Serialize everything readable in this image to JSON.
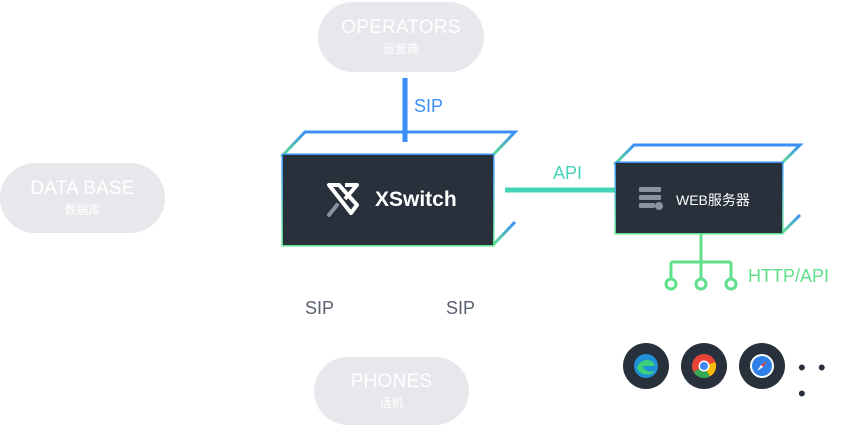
{
  "nodes": {
    "operators": {
      "title": "OPERATORS",
      "subtitle": "运营商"
    },
    "database": {
      "title": "DATA BASE",
      "subtitle": "数据库"
    },
    "phones": {
      "title": "PHONES",
      "subtitle": "话机"
    },
    "xswitch": {
      "name": "XSwitch"
    },
    "web_server": {
      "name": "WEB服务器"
    }
  },
  "labels": {
    "sip_top": "SIP",
    "api": "API",
    "http_api": "HTTP/API",
    "sip_left": "SIP",
    "sip_right": "SIP",
    "more": "• • •"
  },
  "browsers": [
    "edge-icon",
    "chrome-icon",
    "safari-icon"
  ],
  "colors": {
    "blue": "#3a8ef6",
    "green": "#5fe08a",
    "teal": "#45d3b8",
    "dark": "#27303b",
    "pill": "#e6e8eb"
  }
}
